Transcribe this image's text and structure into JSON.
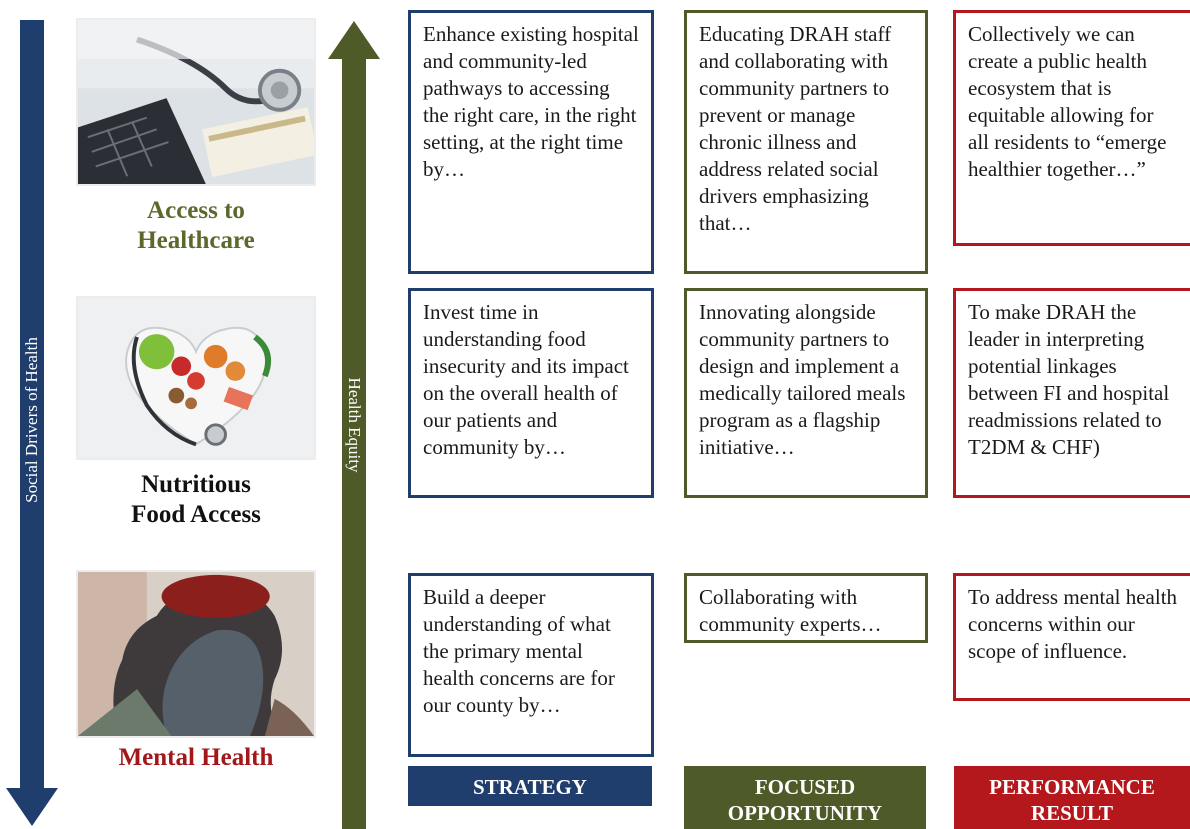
{
  "arrows": {
    "left_label": "Social Drivers of Health",
    "right_label": "Health Equity"
  },
  "categories": [
    {
      "name": "Access to Healthcare",
      "line1": "Access to",
      "line2": "Healthcare"
    },
    {
      "name": "Nutritious Food Access",
      "line1": "Nutritious",
      "line2": "Food Access"
    },
    {
      "name": "Mental Health",
      "line1": "Mental Health",
      "line2": ""
    }
  ],
  "columns": {
    "strategy": "STRATEGY",
    "focused_line1": "FOCUSED",
    "focused_line2": "OPPORTUNITY",
    "performance_line1": "PERFORMANCE",
    "performance_line2": "RESULT"
  },
  "rows": [
    {
      "strategy": "Enhance existing hospital and community-led pathways to accessing the right care, in the right setting, at the right time by…",
      "opportunity": "Educating DRAH staff and collaborating with community partners to prevent or manage chronic illness and address related social drivers emphasizing that…",
      "result": "Collectively we can create a public health ecosystem that is equitable allowing for all residents to “emerge healthier together…”"
    },
    {
      "strategy": "Invest time in understanding food insecurity and its impact on the overall health of our patients and community by…",
      "opportunity": "Innovating alongside community partners to design and implement a medically tailored meals program as a flagship initiative…",
      "result": "To make DRAH the leader in interpreting potential linkages between FI and hospital readmissions related to T2DM & CHF)"
    },
    {
      "strategy": "Build a deeper understanding of what the primary mental health concerns are for our county by…",
      "opportunity": "Collaborating with community experts…",
      "result": "To address mental health concerns within our scope of influence."
    }
  ],
  "colors": {
    "blue": "#1f3e6e",
    "green": "#4e5a27",
    "red": "#b4181c"
  },
  "images": [
    "stethoscope-keyboard-photo",
    "heart-food-stethoscope-photo",
    "faces-silhouette-artwork"
  ]
}
